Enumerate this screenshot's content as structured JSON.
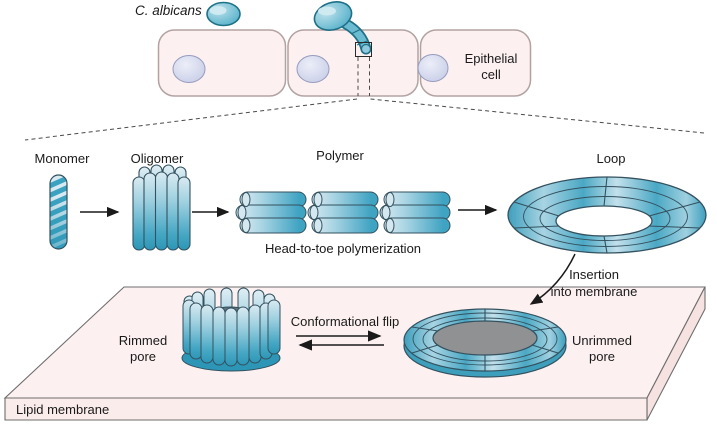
{
  "top": {
    "organism": "C. albicans",
    "cell_label": [
      "Epithelial",
      "cell"
    ]
  },
  "assembly": {
    "monomer": "Monomer",
    "oligomer": "Oligomer",
    "polymer": "Polymer",
    "loop": "Loop",
    "mechanism": "Head-to-toe polymerization",
    "insertion_lines": [
      "Insertion",
      "into membrane"
    ]
  },
  "membrane": {
    "label": "Lipid  membrane",
    "rimmed_lines": [
      "Rimmed",
      "pore"
    ],
    "flip": "Conformational flip",
    "unrimmed_lines": [
      "Unrimmed",
      "pore"
    ]
  },
  "colors": {
    "teal_dark": "#2d96b6",
    "teal_mid": "#6fbcd4",
    "teal_light": "#cde4ee",
    "structure_outline": "#33515f",
    "cell_fill": "#fcf0f0",
    "cell_stroke": "#b3a2a2",
    "nucleus_fill": "#c7cce6",
    "membrane_fill": "#fcf1f0",
    "membrane_front_fill": "#faeceb",
    "membrane_side_fill": "#f6e2e0",
    "membrane_stroke": "#6e6e6e",
    "rimmed_hole_fill": "#5f757e",
    "unrimmed_hole_fill": "#8f9192",
    "arrow_color": "#1a1a1a"
  }
}
